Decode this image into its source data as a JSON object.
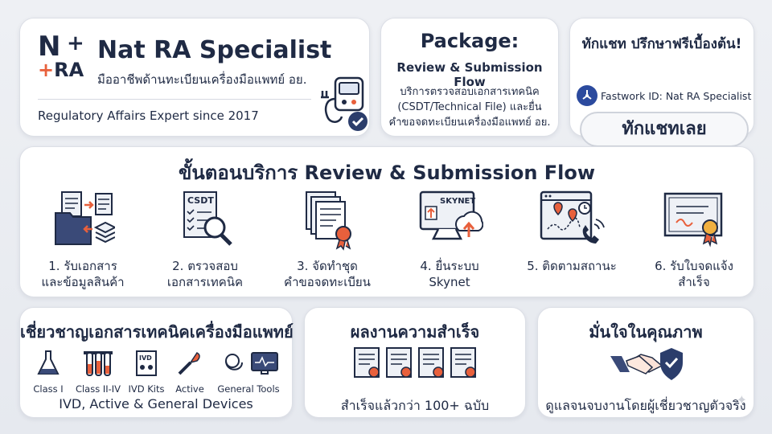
{
  "brand": {
    "logo_n": "N",
    "logo_plus": "+",
    "logo_ra_plus": "+",
    "logo_ra": "RA",
    "title": "Nat RA Specialist",
    "subtitle": "มืออาชีพด้านทะเบียนเครื่องมือแพทย์ อย.",
    "since": "Regulatory Affairs Expert since 2017",
    "icon": "medical-device-check-icon"
  },
  "package": {
    "title": "Package:",
    "subtitle": "Review & Submission Flow",
    "description": "บริการตรวจสอบเอกสารเทคนิค (CSDT/Technical File) และยื่นคำขอจดทะเบียนเครื่องมือแพทย์ อย."
  },
  "chat": {
    "title": "ทักแชท ปรึกษาฟรีเบื้องต้น!",
    "fastwork_label": "Fastwork ID: Nat RA Specialist",
    "button_label": "ทักแชทเลย"
  },
  "flow": {
    "title": "ขั้นตอนบริการ Review & Submission Flow",
    "steps": [
      {
        "line1": "1. รับเอกสาร",
        "line2": "และข้อมูลสินค้า",
        "icon": "documents-folder-icon"
      },
      {
        "line1": "2. ตรวจสอบ",
        "line2": "เอกสารเทคนิค",
        "icon": "csdt-magnifier-icon",
        "icon_text": "CSDT"
      },
      {
        "line1": "3. จัดทำชุด",
        "line2": "คำขอจดทะเบียน",
        "icon": "document-set-badge-icon"
      },
      {
        "line1": "4. ยื่นระบบ",
        "line2": "Skynet",
        "icon": "skynet-upload-icon",
        "icon_text": "SKYNET"
      },
      {
        "line1": "5. ติดตามสถานะ",
        "line2": "",
        "icon": "tracking-map-phone-icon"
      },
      {
        "line1": "6. รับใบจดแจ้ง",
        "line2": "สำเร็จ",
        "icon": "certificate-icon"
      }
    ]
  },
  "expert": {
    "title": "เชี่ยวชาญเอกสารเทคนิคเครื่องมือแพทย์",
    "devices": [
      {
        "label": "Class I",
        "icon": "flask-icon"
      },
      {
        "label": "Class II-IV",
        "icon": "test-tubes-icon"
      },
      {
        "label": "IVD Kits",
        "icon": "ivd-kit-icon",
        "icon_text": "IVD"
      },
      {
        "label": "Active",
        "icon": "scalpel-icon"
      },
      {
        "label": "General Tools",
        "icon": "stethoscope-monitor-icon"
      }
    ],
    "footer": "IVD, Active & General Devices"
  },
  "success": {
    "title": "ผลงานความสำเร็จ",
    "footer": "สำเร็จแล้วกว่า 100+ ฉบับ",
    "icon": "certificates-row-icon"
  },
  "quality": {
    "title": "มั่นใจในคุณภาพ",
    "footer": "ดูแลจนจบงานโดยผู้เชี่ยวชาญตัวจริง",
    "icon": "handshake-shield-icon"
  },
  "colors": {
    "navy": "#1f2a44",
    "accent": "#e8603c",
    "paper": "#eef1f6",
    "card": "#ffffff"
  }
}
